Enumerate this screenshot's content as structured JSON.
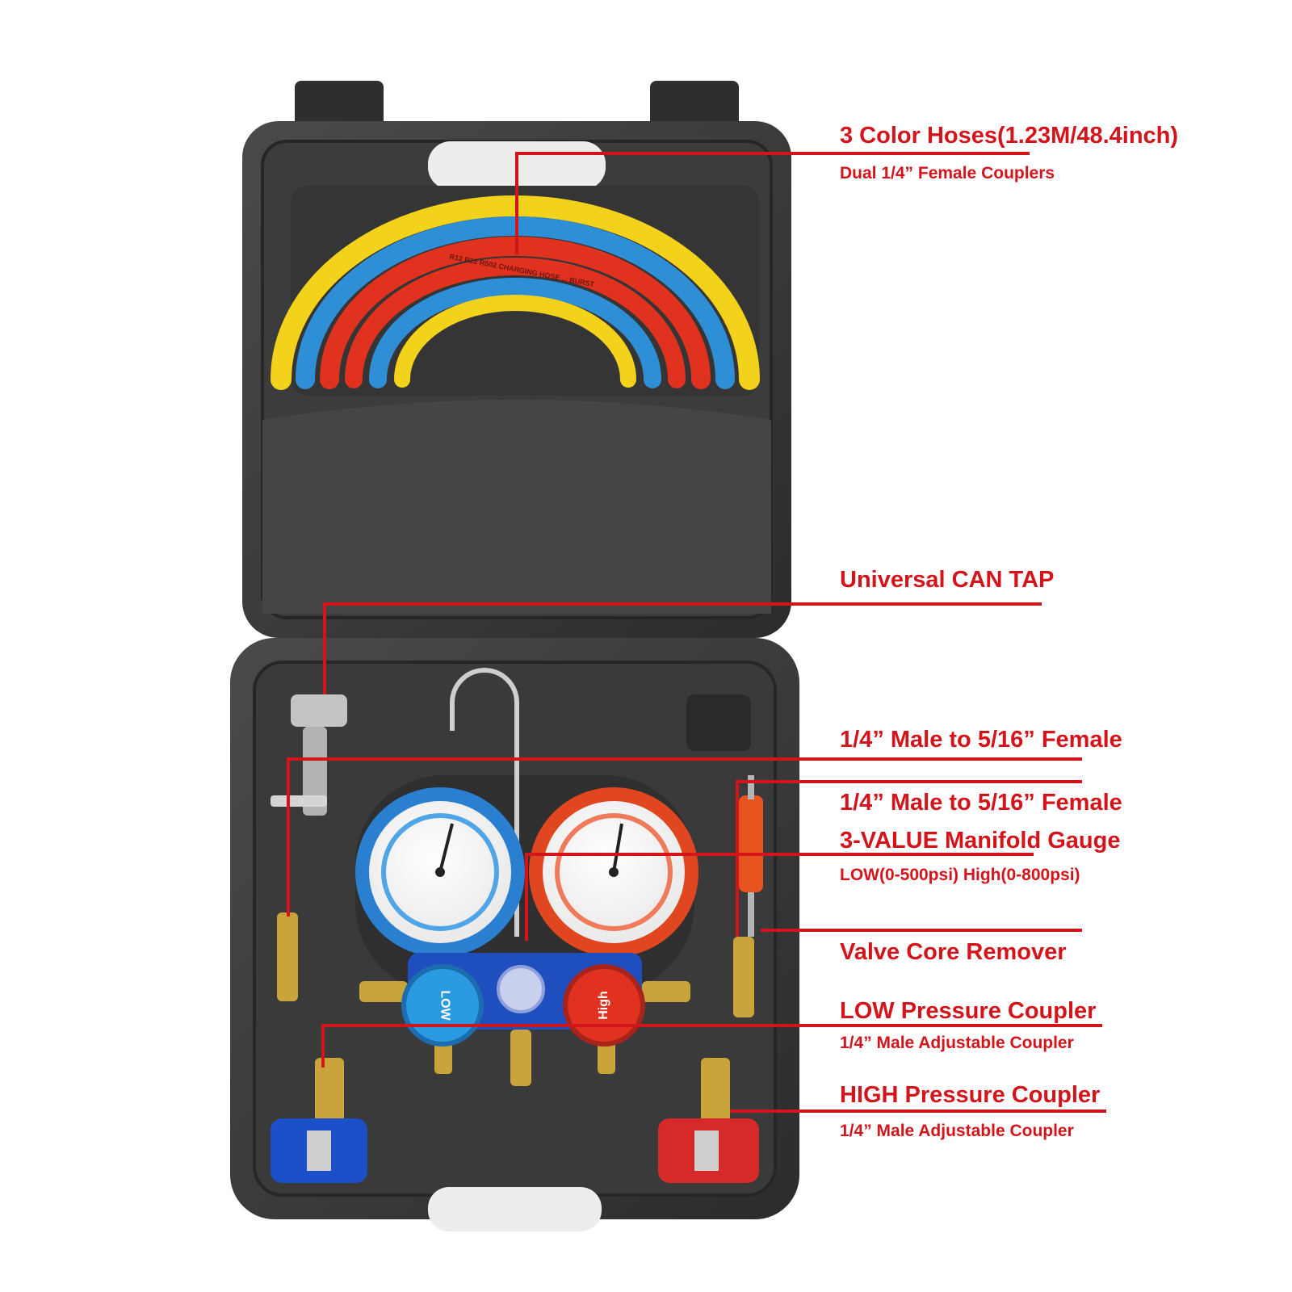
{
  "callouts": {
    "hoses": {
      "title": "3 Color Hoses(1.23M/48.4inch)",
      "subtitle": "Dual 1/4” Female  Couplers"
    },
    "can_tap": {
      "title": "Universal CAN TAP"
    },
    "adapter_1": {
      "title": "1/4” Male to 5/16” Female"
    },
    "adapter_2": {
      "title": "1/4” Male to 5/16” Female"
    },
    "manifold": {
      "title": "3-VALUE Manifold Gauge",
      "subtitle": "LOW(0-500psi) High(0-800psi)"
    },
    "valve_core": {
      "title": "Valve Core Remover"
    },
    "low_coupler": {
      "title": "LOW Pressure Coupler",
      "subtitle": "1/4” Male Adjustable Coupler"
    },
    "high_coupler": {
      "title": "HIGH Pressure Coupler",
      "subtitle": "1/4” Male Adjustable Coupler"
    }
  },
  "product_markings": {
    "hose_print": "R12  R22  R502  CHARGING HOSE  ...  BURST",
    "low_knob": "LOW",
    "high_knob": "High"
  },
  "colors": {
    "callout_red": "#d4141b",
    "case_gray": "#3b3b3b",
    "hose_yellow": "#f2d21a",
    "hose_blue": "#2f8fd6",
    "hose_red": "#e0321f",
    "gauge_blue": "#2a7fd0",
    "gauge_red": "#e0461f",
    "brass": "#c9a43a"
  }
}
